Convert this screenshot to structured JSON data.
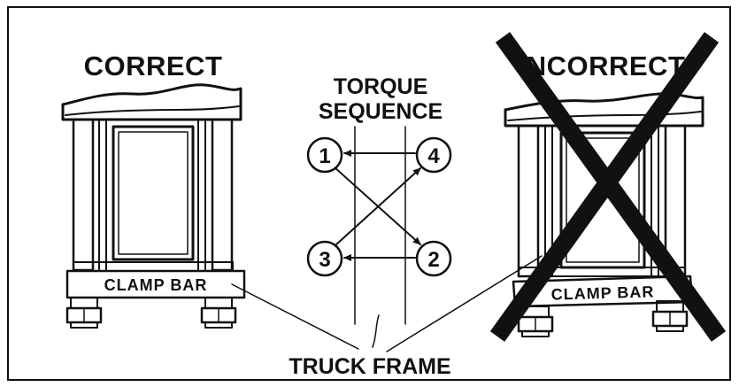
{
  "labels": {
    "correct": "CORRECT",
    "incorrect": "INCORRECT",
    "torque_line1": "TORQUE",
    "torque_line2": "SEQUENCE",
    "clamp_bar_left": "CLAMP BAR",
    "clamp_bar_right": "CLAMP BAR",
    "truck_frame": "TRUCK FRAME"
  },
  "sequence": {
    "bolt_1": "1",
    "bolt_2": "2",
    "bolt_3": "3",
    "bolt_4": "4"
  },
  "colors": {
    "ink": "#111111",
    "background": "#ffffff"
  }
}
